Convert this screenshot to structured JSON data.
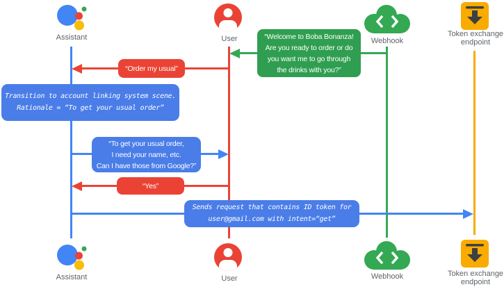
{
  "diagram": {
    "type": "sequence-diagram",
    "background": "#ffffff",
    "colors": {
      "assistant_blue": "#4285F4",
      "user_red": "#EA4335",
      "webhook_green": "#34A853",
      "token_amber": "#F9AB00",
      "assistant_yellow": "#FBBC04",
      "blue_note_box": "#4a7de8",
      "green_speech_box": "#2f9e50",
      "label_gray": "#5f6368"
    },
    "icons": {
      "assistant": "google-assistant-logo",
      "user": "person-in-circle",
      "webhook": "cloud-with-code-brackets",
      "token": "archive-box-download-arrow"
    },
    "actors": [
      {
        "id": "assistant",
        "label": "Assistant"
      },
      {
        "id": "user",
        "label": "User"
      },
      {
        "id": "webhook",
        "label": "Webhook"
      },
      {
        "id": "token",
        "label": "Token exchange\nendpoint"
      }
    ],
    "messages": {
      "welcome": {
        "from": "webhook",
        "to": "user",
        "style": "green-speech",
        "text": "“Welcome to Boba Bonanza!\nAre you ready to order or do\nyou want me to go through\nthe drinks with you?”"
      },
      "order_usual": {
        "from": "user",
        "to": "assistant",
        "style": "red-speech",
        "text": "“Order my usual”"
      },
      "transition_note": {
        "attached_to": "assistant",
        "style": "blue-note",
        "text": "Transition to account linking system scene.\nRationale = “To get your usual order”"
      },
      "ask_permission": {
        "from": "assistant",
        "to": "user",
        "style": "blue-speech",
        "text": "“To get your usual order,\nI need your name, etc.\nCan I have those from Google?”"
      },
      "yes": {
        "from": "user",
        "to": "assistant",
        "style": "red-speech",
        "text": "“Yes”"
      },
      "send_request": {
        "from": "assistant",
        "to": "token",
        "style": "blue-note",
        "text": "Sends request that contains ID token for\nuser@gmail.com with intent=“get”"
      }
    }
  }
}
